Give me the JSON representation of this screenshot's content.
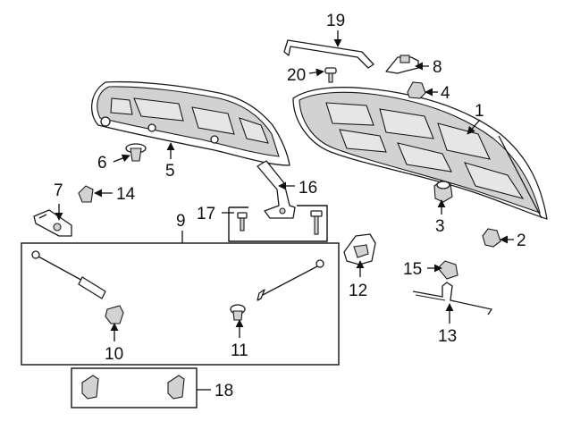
{
  "callouts": {
    "c1": "1",
    "c2": "2",
    "c3": "3",
    "c4": "4",
    "c5": "5",
    "c6": "6",
    "c7": "7",
    "c8": "8",
    "c9": "9",
    "c10": "10",
    "c11": "11",
    "c12": "12",
    "c13": "13",
    "c14": "14",
    "c15": "15",
    "c16": "16",
    "c17": "17",
    "c18": "18",
    "c19": "19",
    "c20": "20"
  },
  "colors": {
    "line": "#1a1a1a",
    "shade": "#d2d2d2",
    "background": "#ffffff"
  }
}
